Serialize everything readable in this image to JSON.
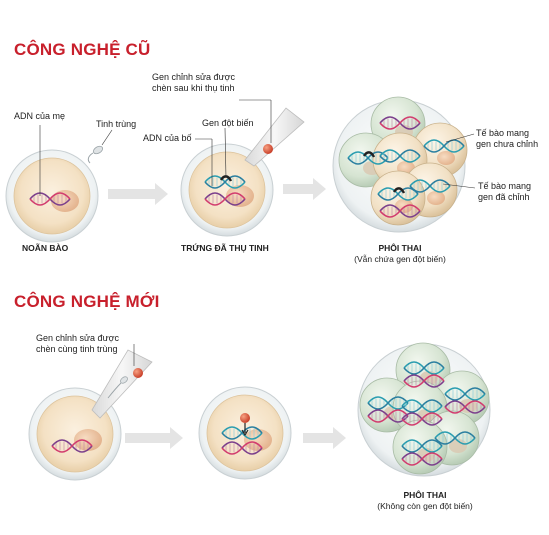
{
  "old_tech": {
    "heading": "CÔNG NGHỆ CŨ",
    "label_mother_dna": "ADN của mẹ",
    "label_sperm": "Tinh trùng",
    "label_edit_after": "Gen chỉnh sửa được chèn sau khi thụ tinh",
    "label_edit_after_l1": "Gen chỉnh sửa được",
    "label_edit_after_l2": "chèn sau khi thụ tinh",
    "label_mutant": "Gen đột biến",
    "label_father_dna": "ADN của bố",
    "label_cell_unedited_l1": "Tế bào mang",
    "label_cell_unedited_l2": "gen chưa chỉnh",
    "label_cell_edited_l1": "Tế bào mang",
    "label_cell_edited_l2": "gen đã chỉnh",
    "cap_egg": "NOÃN BÀO",
    "cap_fertilized": "TRỨNG ĐÃ THỤ TINH",
    "cap_embryo_l1": "PHÔI THAI",
    "cap_embryo_l2": "(Vẫn chứa gen đột biến)"
  },
  "new_tech": {
    "heading": "CÔNG NGHỆ MỚI",
    "label_edit_with_l1": "Gen chỉnh sửa được",
    "label_edit_with_l2": "chèn cùng tinh trùng",
    "cap_embryo_l1": "PHÔI THAI",
    "cap_embryo_l2": "(Không còn gen đột biến)"
  },
  "colors": {
    "heading": "#c8202c",
    "dna_purple": "#7b3f8c",
    "dna_pink": "#d23c6e",
    "dna_teal": "#2a9db0",
    "egg_fill": "#f6e6cf",
    "nucleus": "#f0c9a8",
    "arrow": "#dedede",
    "pipette": "#e8e8e8",
    "dot": "#e0683f"
  }
}
